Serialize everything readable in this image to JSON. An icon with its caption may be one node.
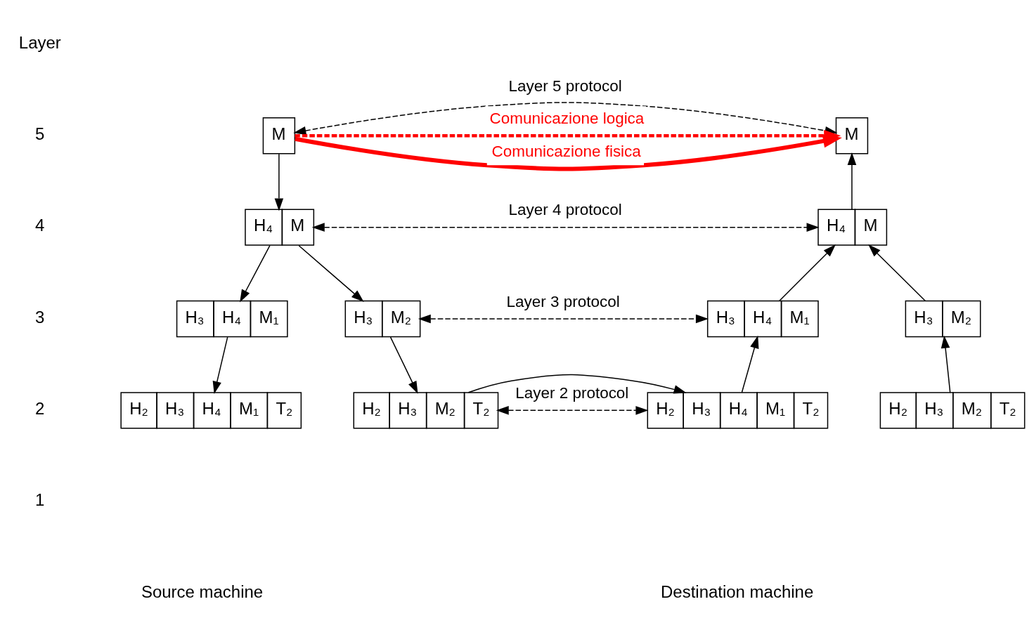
{
  "diagram": {
    "nodes": [
      {
        "text": [
          "M"
        ]
      },
      {
        "text": [
          "M"
        ]
      },
      {
        "text": [
          "H₄",
          "M"
        ]
      },
      {
        "text": [
          "H₄",
          "M"
        ]
      },
      {
        "text": [
          "H₃",
          "H₄",
          "M₁"
        ]
      },
      {
        "text": [
          "H₃",
          "M₂"
        ]
      },
      {
        "text": [
          "H₃",
          "H₄",
          "M₁"
        ]
      },
      {
        "text": [
          "H₃",
          "M₂"
        ]
      },
      {
        "text": [
          "H₂",
          "H₃",
          "H₄",
          "M₁",
          "T₂"
        ]
      },
      {
        "text": [
          "H₂",
          "H₃",
          "M₂",
          "T₂"
        ]
      },
      {
        "text": [
          "H₂",
          "H₃",
          "H₄",
          "M₁",
          "T₂"
        ]
      },
      {
        "text": [
          "H₂",
          "H₃",
          "M₂",
          "T₂"
        ]
      }
    ],
    "edges": [
      {
        "from": 0,
        "to": 1,
        "arrow": "both",
        "label": "Layer 5 protocol",
        "style": "dashed"
      },
      {
        "from": 0,
        "to": 1,
        "arrow": "to",
        "label": "Comunicazione logica",
        "style": "dashed",
        "color": "#ff0000"
      },
      {
        "from": 0,
        "to": 2,
        "arrow": "to"
      },
      {
        "from": 3,
        "to": 1,
        "arrow": "to"
      },
      {
        "from": 2,
        "to": 3,
        "arrow": "both",
        "label": "Layer 4 protocol",
        "style": "dashed"
      },
      {
        "from": 2,
        "to": 4,
        "arrow": "to"
      },
      {
        "from": 2,
        "to": 5,
        "arrow": "to"
      },
      {
        "from": 6,
        "to": 3,
        "arrow": "to"
      },
      {
        "from": 7,
        "to": 3,
        "arrow": "to"
      },
      {
        "from": 5,
        "to": 6,
        "arrow": "both",
        "label": "Layer 3 protocol",
        "style": "dashed"
      },
      {
        "from": 4,
        "to": 8,
        "arrow": "to"
      },
      {
        "from": 5,
        "to": 9,
        "arrow": "to"
      },
      {
        "from": 10,
        "to": 6,
        "arrow": "to"
      },
      {
        "from": 11,
        "to": 7,
        "arrow": "to"
      },
      {
        "from": 9,
        "to": 10,
        "arrow": "both",
        "label": "Layer 2 protocol",
        "style": "dashed"
      },
      {
        "from": 9,
        "to": 10,
        "arrow": "to"
      },
      {
        "from": 0,
        "to": 1,
        "arrow": "to",
        "label": "Comunicazione fisica",
        "style": "thick",
        "color": "#ff0000"
      }
    ],
    "labels": [
      "Layer",
      "5",
      "4",
      "3",
      "2",
      "1",
      "Source machine",
      "Destination machine"
    ]
  }
}
